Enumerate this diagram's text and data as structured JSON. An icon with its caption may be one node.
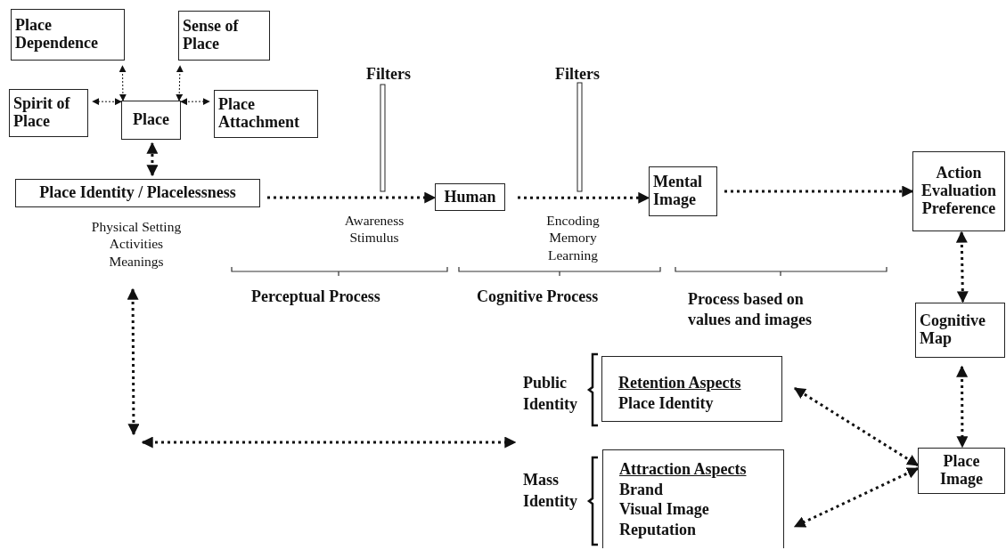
{
  "diagram": {
    "nodes": [
      {
        "text": [
          "Place Dependence"
        ]
      },
      {
        "text": [
          "Sense of Place"
        ]
      },
      {
        "text": [
          "Spirit of Place"
        ]
      },
      {
        "text": [
          "Place"
        ]
      },
      {
        "text": [
          "Place Attachment"
        ]
      },
      {
        "text": [
          "Place Identity / Placelessness"
        ],
        "beside": [
          "Physical Setting Activities Meanings"
        ]
      },
      {
        "text": [
          "Human"
        ]
      },
      {
        "text": [
          "Mental Image"
        ]
      },
      {
        "text": [
          "Action Evaluation Preference"
        ]
      },
      {
        "text": [
          "Cognitive Map"
        ]
      },
      {
        "text": [
          "Retention Aspects",
          "Place Identity"
        ]
      },
      {
        "text": [
          "Attraction Aspects",
          "Brand",
          "Visual Image",
          "Reputation"
        ]
      },
      {
        "text": [
          "Place Image"
        ]
      }
    ],
    "edges": [
      {
        "from": 3,
        "to": 0,
        "arrow": "both",
        "style": "dashed"
      },
      {
        "from": 3,
        "to": 1,
        "arrow": "both",
        "style": "dashed"
      },
      {
        "from": 3,
        "to": 2,
        "arrow": "both",
        "style": "dashed"
      },
      {
        "from": 3,
        "to": 4,
        "arrow": "both",
        "style": "dashed"
      },
      {
        "from": 5,
        "to": 3,
        "arrow": "both",
        "style": "dashed"
      },
      {
        "from": 5,
        "to": 6,
        "arrow": "to",
        "label": "Awareness Stimulus",
        "style": "dashed"
      },
      {
        "from": 6,
        "to": 7,
        "arrow": "to",
        "label": "Encoding Memory Learning",
        "style": "dashed"
      },
      {
        "from": 7,
        "to": 8,
        "arrow": "to",
        "style": "dashed"
      },
      {
        "from": 8,
        "to": 9,
        "arrow": "both",
        "style": "dashed"
      },
      {
        "from": 9,
        "to": 12,
        "arrow": "both",
        "style": "dashed"
      },
      {
        "from": 12,
        "to": 10,
        "arrow": "both",
        "style": "dashed"
      },
      {
        "from": 12,
        "to": 11,
        "arrow": "both",
        "style": "dashed"
      },
      {
        "from": 5,
        "to": null,
        "arrow": "both",
        "style": "dashed"
      }
    ],
    "labels": [
      "Filters",
      "Filters",
      "Perceptual Process",
      "Cognitive Process",
      "Process based on values and images",
      "Public Identity",
      "Mass Identity"
    ]
  }
}
